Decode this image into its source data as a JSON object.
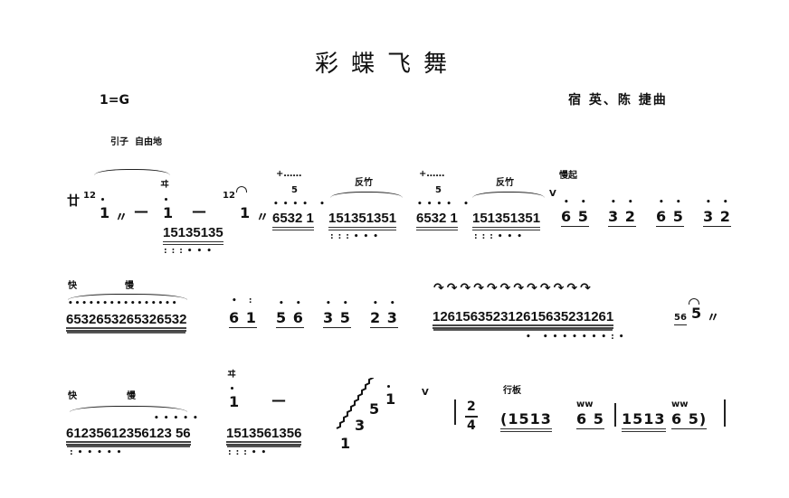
{
  "title": "彩蝶飞舞",
  "key": "1=G",
  "composer": "宿 英、陈 捷曲",
  "intro_label": "引子  自由地",
  "line1": {
    "free_mark": "廿",
    "grace1": "12",
    "note1": "1",
    "tremolo": "〃",
    "dash": "—",
    "note2": "1",
    "harmonic_mark": "ヰ",
    "note2_run": "15135135",
    "grace2": "12",
    "note3": "1",
    "plus_dots": "+……",
    "tuplet": "5",
    "run_6532": "6532 1",
    "fanzhu": "反竹",
    "run_1513": "151351351",
    "breath": "V",
    "man_qi": "慢起",
    "pairs": [
      "6 5",
      "3 2",
      "6 5",
      "3 2"
    ]
  },
  "line2": {
    "kuai": "快",
    "man": "慢",
    "run": "6532653265326532",
    "pairs": [
      "6 1",
      "5 6",
      "3 5",
      "2 3"
    ],
    "arrow": "↷",
    "long_run": "126156352312615635231261",
    "grace": "56",
    "note": "5"
  },
  "line3": {
    "kuai": "快",
    "man": "慢",
    "run": "61235612356123 56",
    "harmonic_mark": "ヰ",
    "note": "1",
    "dash": "—",
    "run2": "1513561356",
    "arpeggio": [
      "1",
      "3",
      "5",
      "1"
    ],
    "breath": "V",
    "tempo": "行板",
    "time_sig_top": "2",
    "time_sig_bottom": "4",
    "m1a": "(1513",
    "m1b": "6 5",
    "m2a": "1513",
    "m2b": "6 5)",
    "trill": "ww"
  }
}
